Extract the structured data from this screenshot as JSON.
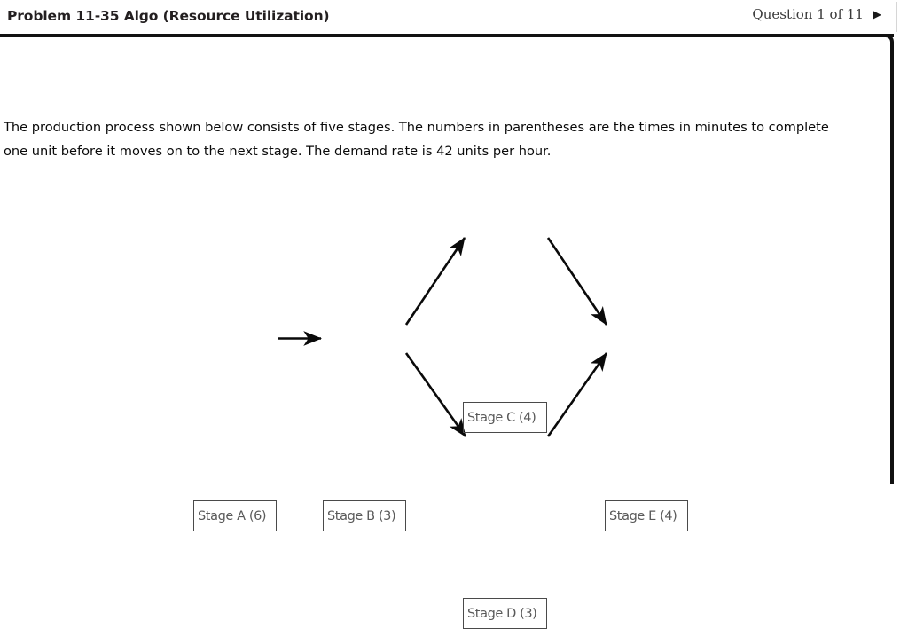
{
  "header": {
    "title": "Problem 11-35 Algo (Resource Utilization)",
    "question_counter": "Question 1 of 11",
    "next_arrow_glyph": "▶"
  },
  "prompt": {
    "text": "The production process shown below consists of five stages. The numbers in parentheses are the times in minutes to complete one unit before it moves on to the next stage. The demand rate is 42 units per hour."
  },
  "diagram": {
    "type": "process-flow",
    "stages": [
      {
        "id": "a",
        "label": "Stage A (6)",
        "name": "Stage A",
        "time_minutes": 6
      },
      {
        "id": "b",
        "label": "Stage B (3)",
        "name": "Stage B",
        "time_minutes": 3
      },
      {
        "id": "c",
        "label": "Stage C (4)",
        "name": "Stage C",
        "time_minutes": 4
      },
      {
        "id": "d",
        "label": "Stage D (3)",
        "name": "Stage D",
        "time_minutes": 3
      },
      {
        "id": "e",
        "label": "Stage E (4)",
        "name": "Stage E",
        "time_minutes": 4
      }
    ],
    "flows": [
      {
        "from": "a",
        "to": "b"
      },
      {
        "from": "b",
        "to": "c"
      },
      {
        "from": "b",
        "to": "d"
      },
      {
        "from": "c",
        "to": "e"
      },
      {
        "from": "d",
        "to": "e"
      }
    ],
    "demand_rate_units_per_hour": 42,
    "time_unit": "minutes"
  },
  "colors": {
    "frame_border": "#111111",
    "box_border": "#4a4a4a",
    "box_text": "#5a5a5a",
    "title_text": "#231f20",
    "body_text": "#0a0a0a",
    "arrow": "#0a0a0a"
  }
}
